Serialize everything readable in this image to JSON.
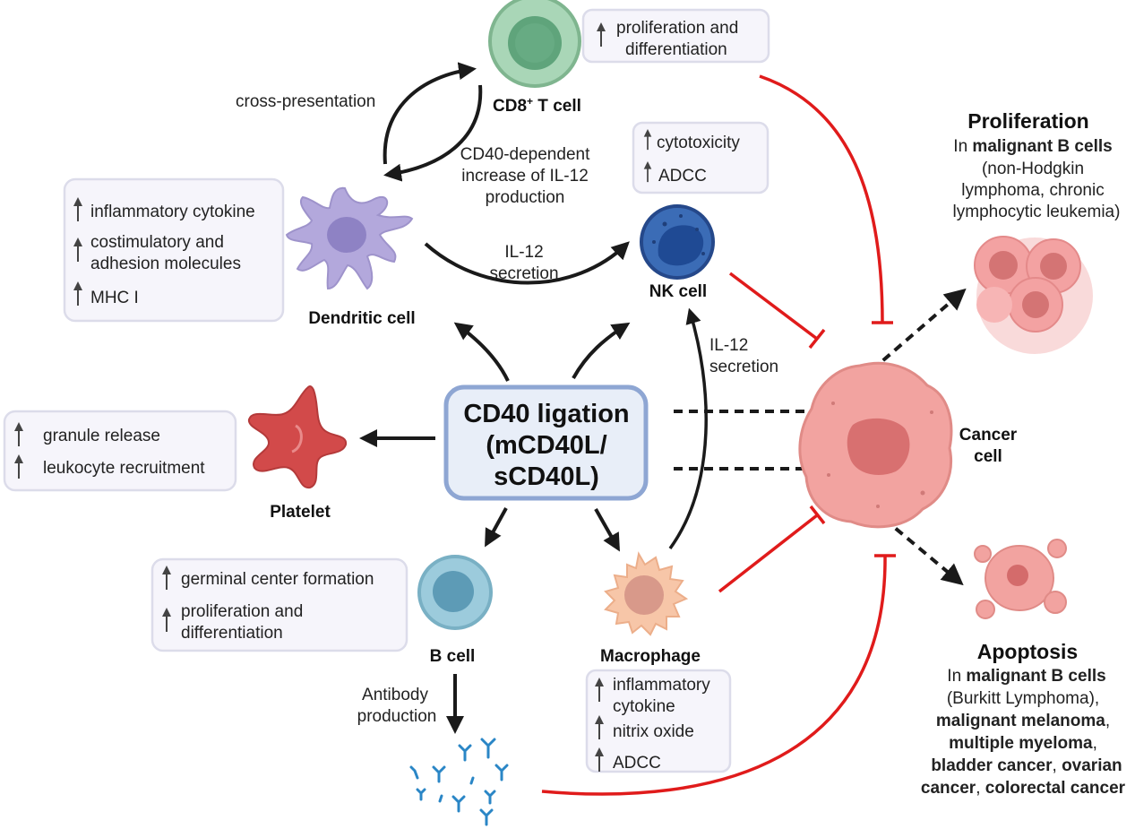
{
  "center": {
    "line1": "CD40 ligation",
    "line2": "(mCD40L/",
    "line3": "sCD40L)"
  },
  "cells": {
    "cd8": {
      "prefix": "CD8",
      "sup": "+",
      "suffix": " T cell"
    },
    "dendritic": "Dendritic cell",
    "nk": "NK cell",
    "platelet": "Platelet",
    "bcell": "B cell",
    "macrophage": "Macrophage",
    "cancer": {
      "line1": "Cancer",
      "line2": "cell"
    }
  },
  "arrows": {
    "cross_presentation": "cross-presentation",
    "cd40_il12": [
      "CD40-dependent",
      "increase of IL-12",
      "production"
    ],
    "il12_secretion_dc": [
      "IL-12",
      "secretion"
    ],
    "il12_secretion_mac": [
      "IL-12",
      "secretion"
    ],
    "antibody_production": [
      "Antibody",
      "production"
    ]
  },
  "boxes": {
    "cd8": [
      "proliferation and",
      "differentiation"
    ],
    "nk": [
      "cytotoxicity",
      "ADCC"
    ],
    "dendritic": [
      "inflammatory cytokine",
      "costimulatory and",
      "adhesion molecules",
      "MHC I"
    ],
    "platelet": [
      "granule release",
      "leukocyte recruitment"
    ],
    "bcell": [
      "germinal center formation",
      "proliferation and",
      "differentiation"
    ],
    "macrophage": [
      "inflammatory",
      "cytokine",
      "nitrix oxide",
      "ADCC"
    ]
  },
  "proliferation": {
    "title": "Proliferation",
    "in_prefix": "In ",
    "in_bold": "malignant B cells",
    "lines": [
      "(non-Hodgkin",
      "lymphoma, chronic",
      "lymphocytic leukemia)"
    ]
  },
  "apoptosis": {
    "title": "Apoptosis",
    "in_prefix": "In ",
    "in_bold": "malignant B cells",
    "line2": "(Burkitt Lymphoma),",
    "line3_bold": "malignant melanoma",
    "line3_tail": ",",
    "line4_bold": "multiple myeloma",
    "line4_tail": ",",
    "line5_bold_a": "bladder cancer",
    "line5_mid": ", ",
    "line5_bold_b": "ovarian",
    "line6_bold_a": "cancer",
    "line6_mid": ", ",
    "line6_bold_b": "colorectal cancer"
  },
  "colors": {
    "inhibit_red": "#e01b1b",
    "arrow_black": "#1a1a1a",
    "center_fill": "#e8eef8",
    "center_stroke": "#8ea6d3",
    "cancer_pink": "#f29b9b",
    "nk_blue": "#2f5ea8",
    "cd8_green": "#8fc3a0",
    "dendritic_purple": "#b3a8dc",
    "platelet_red": "#d24a4a",
    "bcell_blue": "#8ec3d4",
    "macrophage_peach": "#f7c6a8",
    "antibody_blue": "#2a86c6"
  }
}
